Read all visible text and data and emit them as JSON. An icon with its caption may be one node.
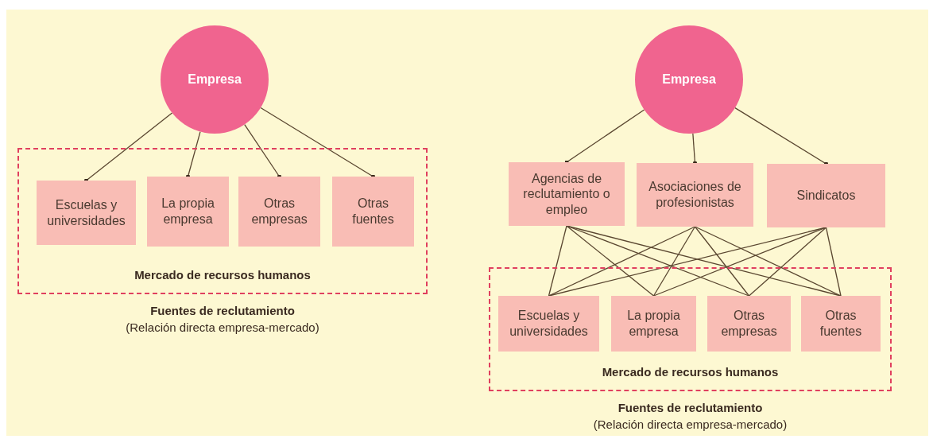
{
  "diagram": {
    "nodes": [
      {
        "text": [
          "Empresa"
        ]
      },
      {
        "text": [
          "Mercado de recursos humanos"
        ]
      },
      {
        "text": [
          "Escuelas y universidades"
        ],
        "in": 1
      },
      {
        "text": [
          "La propia empresa"
        ],
        "in": 1
      },
      {
        "text": [
          "Otras empresas"
        ],
        "in": 1
      },
      {
        "text": [
          "Otras fuentes"
        ],
        "in": 1
      },
      {
        "text": [
          "Empresa"
        ]
      },
      {
        "text": [
          "Agencias de reclutamiento o empleo"
        ]
      },
      {
        "text": [
          "Asociaciones de profesionistas"
        ]
      },
      {
        "text": [
          "Sindicatos"
        ]
      },
      {
        "text": [
          "Mercado de recursos humanos"
        ]
      },
      {
        "text": [
          "Escuelas y universidades"
        ],
        "in": 10
      },
      {
        "text": [
          "La propia empresa"
        ],
        "in": 10
      },
      {
        "text": [
          "Otras empresas"
        ],
        "in": 10
      },
      {
        "text": [
          "Otras fuentes"
        ],
        "in": 10
      }
    ],
    "edges": [
      {
        "from": 0,
        "to": 2,
        "arrow": "other"
      },
      {
        "from": 0,
        "to": 3,
        "arrow": "other"
      },
      {
        "from": 0,
        "to": 4,
        "arrow": "other"
      },
      {
        "from": 0,
        "to": 5,
        "arrow": "other"
      },
      {
        "from": 6,
        "to": 7,
        "arrow": "other"
      },
      {
        "from": 6,
        "to": 8,
        "arrow": "other"
      },
      {
        "from": 6,
        "to": 9,
        "arrow": "other"
      },
      {
        "from": 7,
        "to": 11,
        "arrow": "none"
      },
      {
        "from": 7,
        "to": 12,
        "arrow": "none"
      },
      {
        "from": 7,
        "to": 13,
        "arrow": "none"
      },
      {
        "from": 7,
        "to": 14,
        "arrow": "none"
      },
      {
        "from": 8,
        "to": 11,
        "arrow": "none"
      },
      {
        "from": 8,
        "to": 12,
        "arrow": "none"
      },
      {
        "from": 8,
        "to": 13,
        "arrow": "none"
      },
      {
        "from": 8,
        "to": 14,
        "arrow": "none"
      },
      {
        "from": 9,
        "to": 11,
        "arrow": "none"
      },
      {
        "from": 9,
        "to": 12,
        "arrow": "none"
      },
      {
        "from": 9,
        "to": 13,
        "arrow": "none"
      },
      {
        "from": 9,
        "to": 14,
        "arrow": "none"
      }
    ],
    "labels": [
      "Fuentes de reclutamiento",
      "(Relación directa empresa-mercado)",
      "Fuentes de reclutamiento",
      "(Relación directa empresa-mercado)"
    ]
  }
}
